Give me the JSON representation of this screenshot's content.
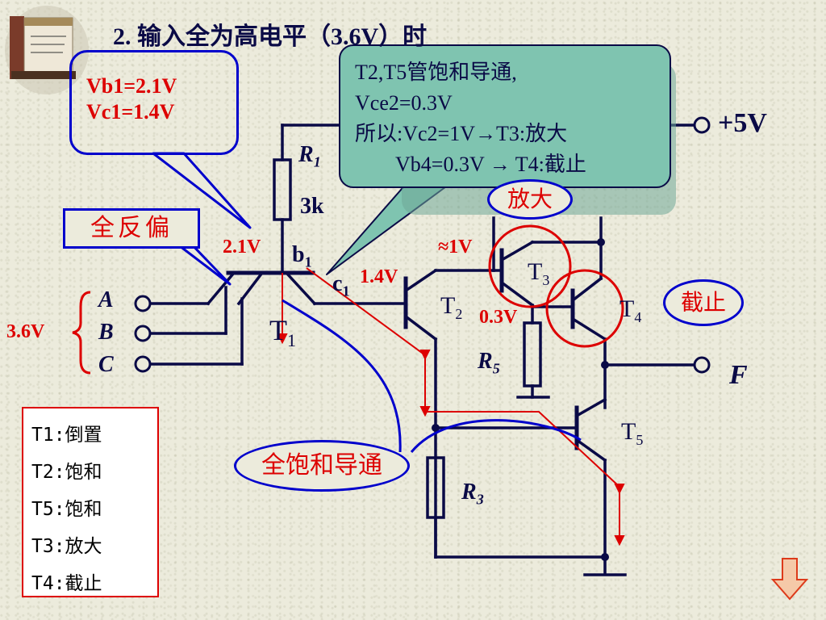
{
  "slide": {
    "title": "2. 输入全为高电平（3.6V）时"
  },
  "callouts": {
    "vb_vc": {
      "line1": "Vb1=2.1V",
      "line2": "Vc1=1.4V"
    },
    "full_reverse": "全反偏",
    "t2t5": {
      "line1": "T2,T5管饱和导通,",
      "line2": "Vce2=0.3V",
      "line3": "所以:Vc2=1V→T3:放大",
      "line4": "Vb4=0.3V → T4:截止"
    },
    "full_saturation": "全饱和导通",
    "amplify": "放大",
    "cutoff": "截止"
  },
  "circuit": {
    "supply": "+5V",
    "r1": "R",
    "r1_sub": "1",
    "r1_value": "3k",
    "r5": "R",
    "r5_sub": "5",
    "r3": "R",
    "r3_sub": "3",
    "t1": "T",
    "t1_sub": "1",
    "t2": "T",
    "t2_sub": "2",
    "t3": "T",
    "t3_sub": "3",
    "t4": "T",
    "t4_sub": "4",
    "t5": "T",
    "t5_sub": "5",
    "b1": "b",
    "b1_sub": "1",
    "c1": "c",
    "c1_sub": "1",
    "input_a": "A",
    "input_b": "B",
    "input_c": "C",
    "input_voltage": "3.6V",
    "output": "F",
    "v_b1": "2.1V",
    "v_c1": "1.4V",
    "v_c2": "≈1V",
    "v_ce2": "0.3V"
  },
  "legend": {
    "items": [
      "T1:倒置",
      "T2:饱和",
      "T5:饱和",
      "T3:放大",
      "T4:截止"
    ]
  },
  "colors": {
    "circuit": "#0a0a46",
    "annotation_red": "#dd0000",
    "callout_blue": "#0000cc",
    "bubble_fill": "#7fc4b0"
  },
  "navigation": {
    "next_icon": "down-arrow-icon"
  }
}
